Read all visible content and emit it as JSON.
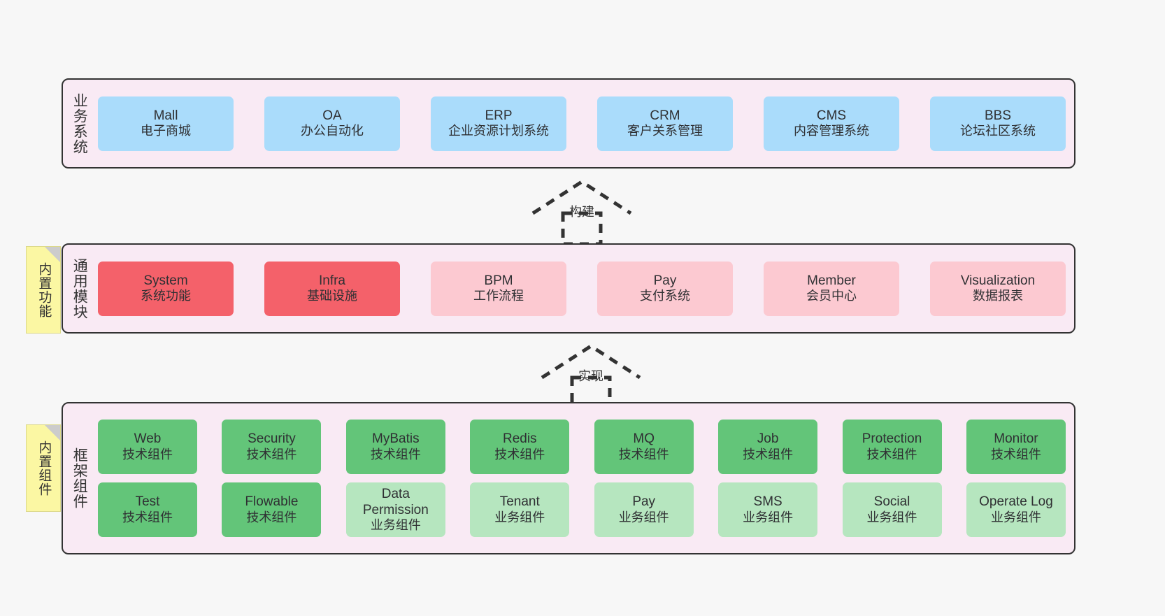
{
  "layers": {
    "business": {
      "title": "业务系统",
      "cards": [
        {
          "title": "Mall",
          "sub": "电子商城"
        },
        {
          "title": "OA",
          "sub": "办公自动化"
        },
        {
          "title": "ERP",
          "sub": "企业资源计划系统"
        },
        {
          "title": "CRM",
          "sub": "客户关系管理"
        },
        {
          "title": "CMS",
          "sub": "内容管理系统"
        },
        {
          "title": "BBS",
          "sub": "论坛社区系统"
        }
      ]
    },
    "modules": {
      "title": "通用模块",
      "note": "内置功能",
      "cards": [
        {
          "title": "System",
          "sub": "系统功能",
          "style": "strong"
        },
        {
          "title": "Infra",
          "sub": "基础设施",
          "style": "strong"
        },
        {
          "title": "BPM",
          "sub": "工作流程",
          "style": "soft"
        },
        {
          "title": "Pay",
          "sub": "支付系统",
          "style": "soft"
        },
        {
          "title": "Member",
          "sub": "会员中心",
          "style": "soft"
        },
        {
          "title": "Visualization",
          "sub": "数据报表",
          "style": "soft"
        }
      ]
    },
    "framework": {
      "title": "框架组件",
      "note": "内置组件",
      "row1": [
        {
          "title": "Web",
          "sub": "技术组件"
        },
        {
          "title": "Security",
          "sub": "技术组件"
        },
        {
          "title": "MyBatis",
          "sub": "技术组件"
        },
        {
          "title": "Redis",
          "sub": "技术组件"
        },
        {
          "title": "MQ",
          "sub": "技术组件"
        },
        {
          "title": "Job",
          "sub": "技术组件"
        },
        {
          "title": "Protection",
          "sub": "技术组件"
        },
        {
          "title": "Monitor",
          "sub": "技术组件"
        }
      ],
      "row2": [
        {
          "title": "Test",
          "sub": "技术组件",
          "style": "tech"
        },
        {
          "title": "Flowable",
          "sub": "技术组件",
          "style": "tech"
        },
        {
          "title": "Data Permission",
          "sub": "业务组件",
          "style": "biz"
        },
        {
          "title": "Tenant",
          "sub": "业务组件",
          "style": "biz"
        },
        {
          "title": "Pay",
          "sub": "业务组件",
          "style": "biz"
        },
        {
          "title": "SMS",
          "sub": "业务组件",
          "style": "biz"
        },
        {
          "title": "Social",
          "sub": "业务组件",
          "style": "biz"
        },
        {
          "title": "Operate Log",
          "sub": "业务组件",
          "style": "biz"
        }
      ]
    }
  },
  "arrows": {
    "build": "构建",
    "implement": "实现"
  },
  "colors": {
    "layer_background": "#f9eaf4",
    "layer_border": "#333333",
    "business_card": "#aadcfb",
    "module_strong": "#f4616a",
    "module_soft": "#fcc9d1",
    "framework_tech": "#63c579",
    "framework_biz": "#b6e6bf",
    "note": "#fbf7a3",
    "canvas": "#f7f7f7"
  }
}
